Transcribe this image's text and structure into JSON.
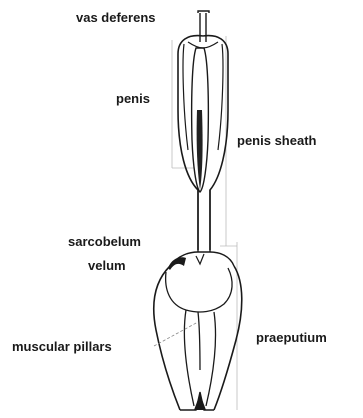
{
  "labels": {
    "vas_deferens": "vas deferens",
    "penis": "penis",
    "penis_sheath": "penis sheath",
    "sarcobelum": "sarcobelum",
    "velum": "velum",
    "muscular_pillars": "muscular pillars",
    "praeputium": "praeputium"
  }
}
